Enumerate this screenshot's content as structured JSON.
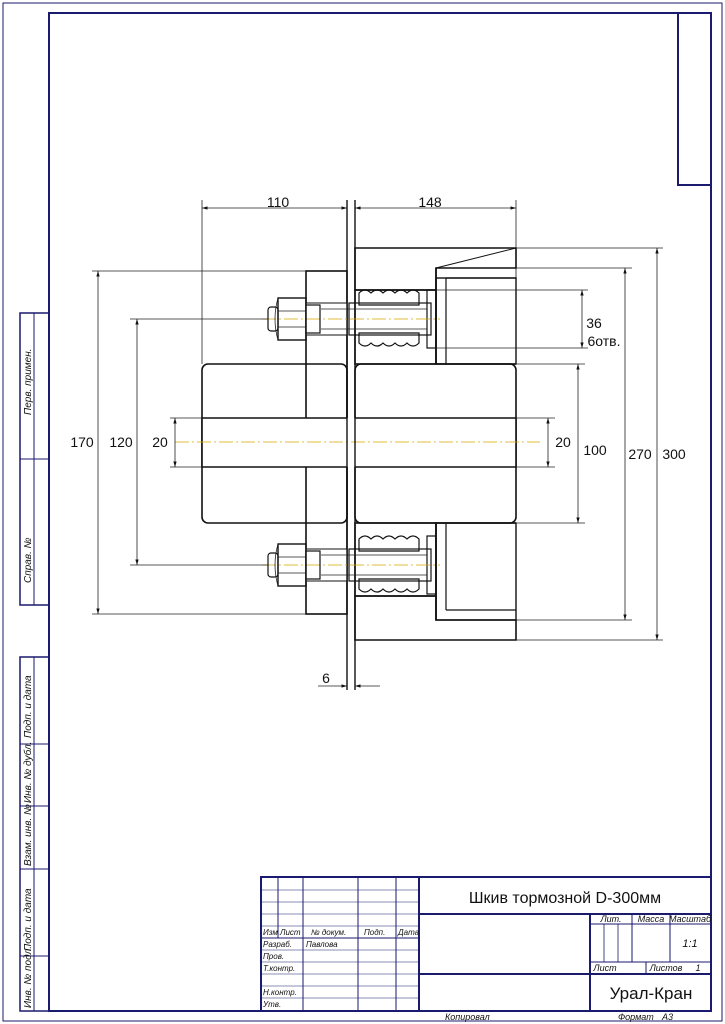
{
  "dimensions": {
    "d110": "110",
    "d148": "148",
    "d170": "170",
    "d120": "120",
    "d20_left": "20",
    "d20_right": "20",
    "d100": "100",
    "d270": "270",
    "d300": "300",
    "d36": "36",
    "holes": "6отв.",
    "d6": "6"
  },
  "side_stamps": {
    "perv_primen": "Перв. примен.",
    "sprav": "Справ. №",
    "podp_data_1": "Подп. и дата",
    "inv_dubl": "Инв. № дубл.",
    "vzam_inv": "Взам. инв. №",
    "podp_data_2": "Подп. и дата",
    "inv_podl": "Инв. № подл."
  },
  "title_block": {
    "drawing_name": "Шкив тормозной D-300мм",
    "company": "Урал-Кран",
    "lit": "Лит.",
    "massa": "Масса",
    "masshtab": "Масштаб",
    "scale_value": "1:1",
    "list": "Лист",
    "listov": "Листов",
    "listov_value": "1",
    "col_izm": "Изм",
    "col_list": "Лист",
    "col_dokum": "№ докум.",
    "col_podp": "Подп.",
    "col_data": "Дата",
    "razrab": "Разраб.",
    "razrab_name": "Павлова",
    "prov": "Пров.",
    "tkontr": "Т.контр.",
    "nkontr": "Н.контр.",
    "utv": "Утв."
  },
  "footer": {
    "kopiroval": "Копировал",
    "format": "Формат",
    "format_value": "А3"
  },
  "colors": {
    "frame": "#1a1a6e",
    "centerline": "#d9a600",
    "rubber": "#c8a0ff"
  }
}
